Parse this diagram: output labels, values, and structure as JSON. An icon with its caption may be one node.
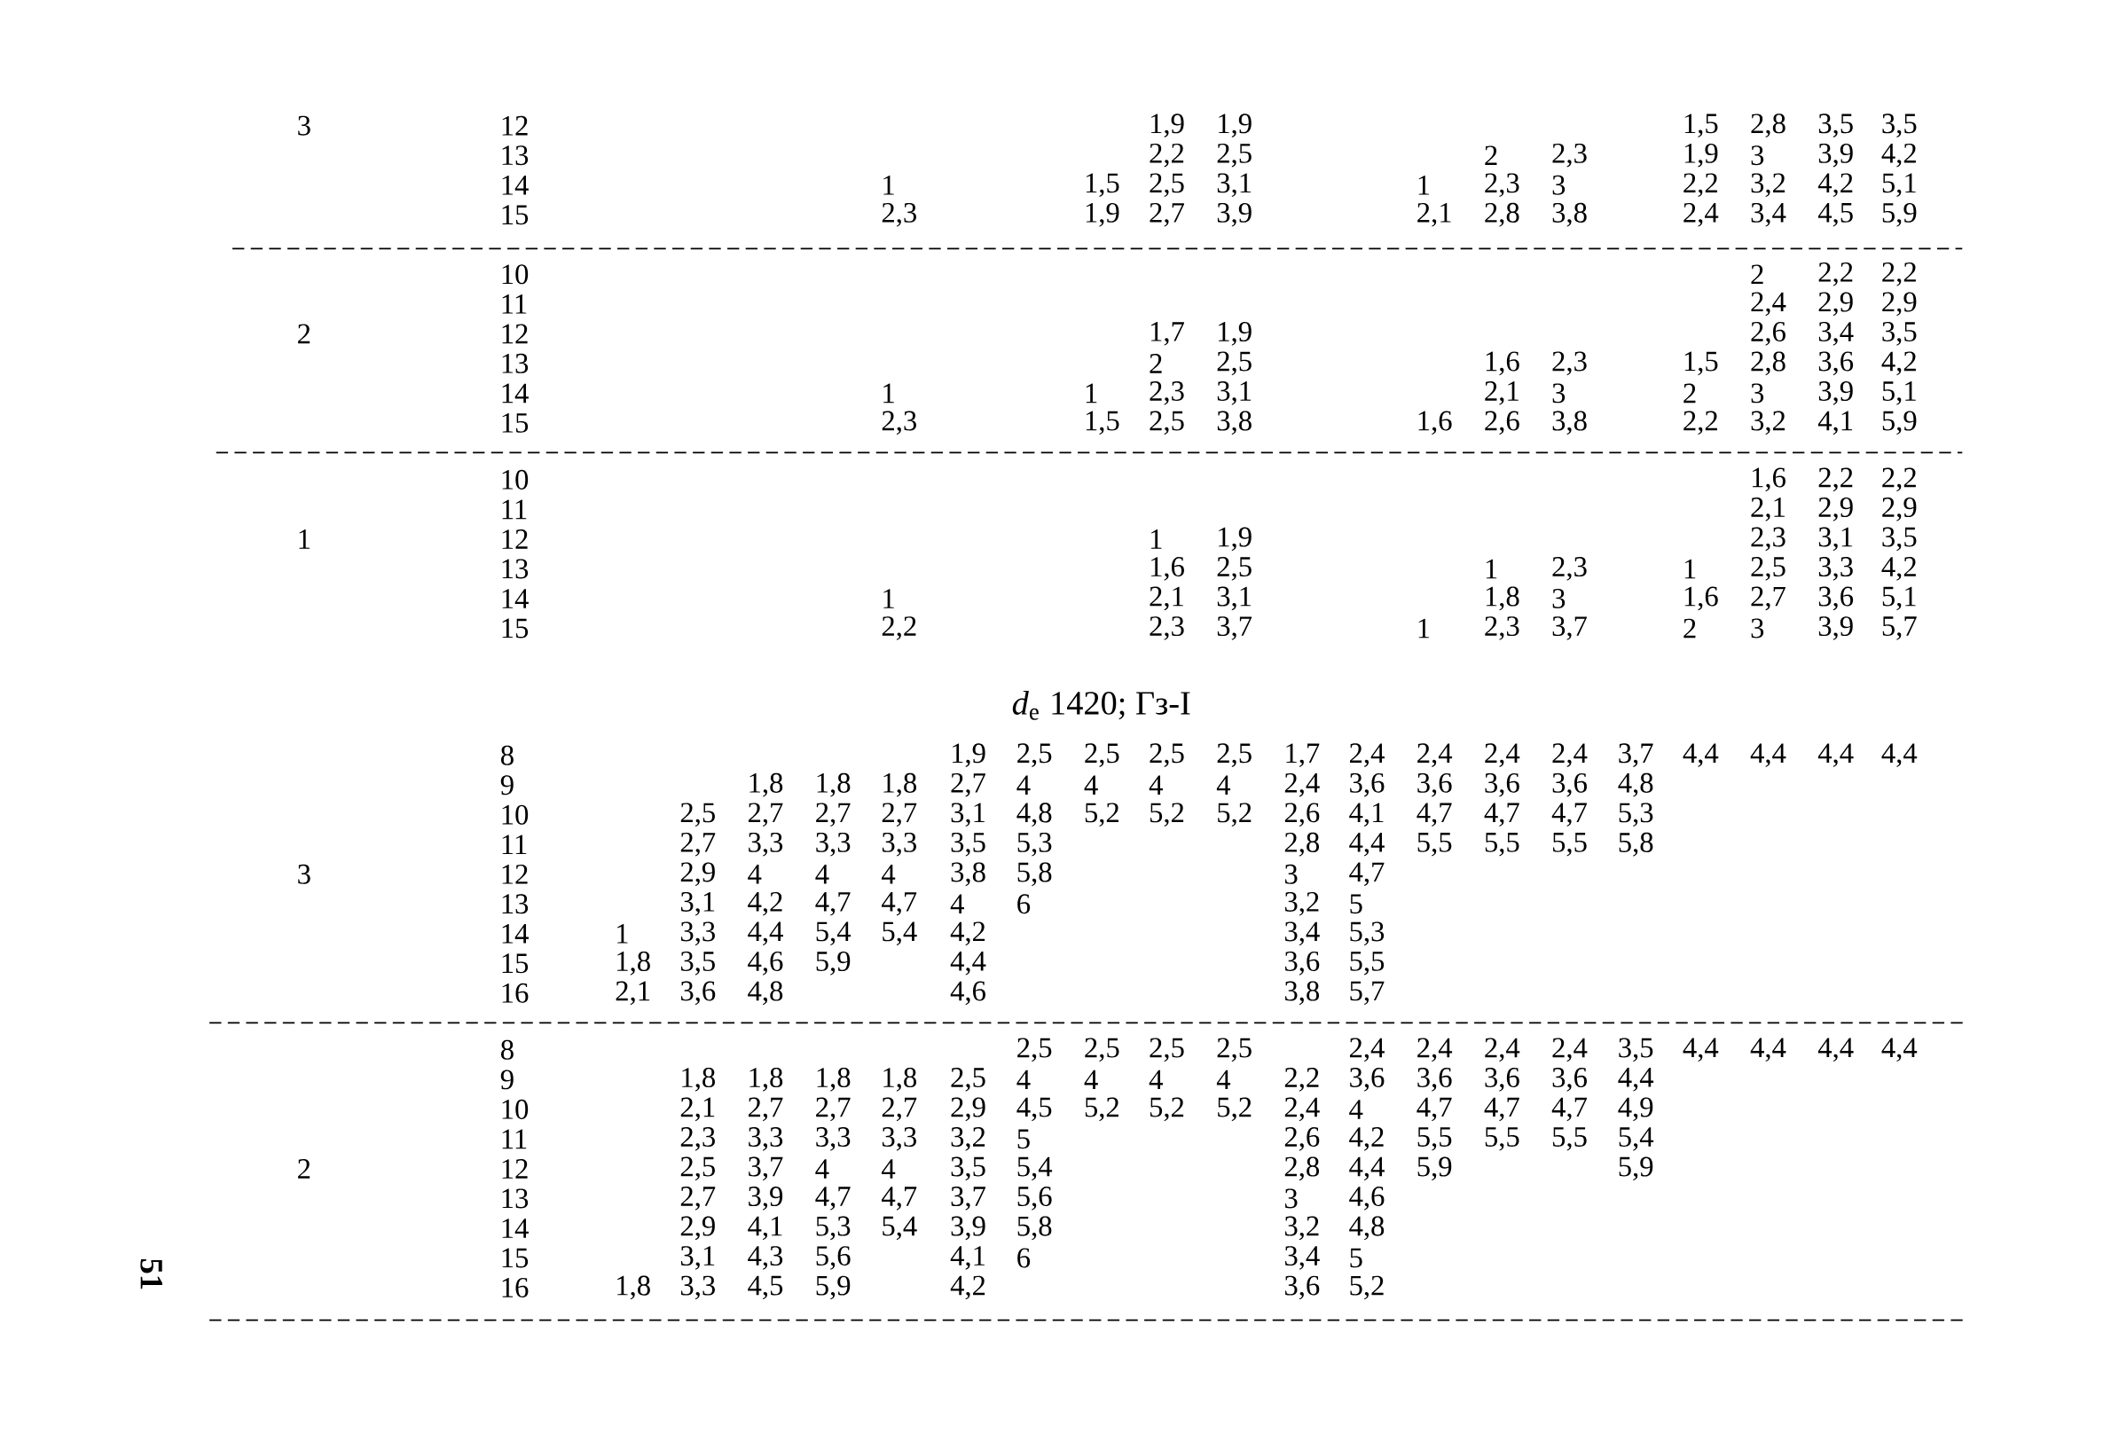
{
  "diagram": {
    "title": "*d*$_{e}$ 1420; Гз-I",
    "labels": [
      "3",
      "12",
      "1,9",
      "1,9",
      "1,5",
      "2,8",
      "3,5",
      "3,5",
      "13",
      "2,2",
      "2,5",
      "2",
      "2,3",
      "1,9",
      "3",
      "3,9",
      "4,2",
      "14",
      "1",
      "1,5",
      "2,5",
      "3,1",
      "1",
      "2,3",
      "3",
      "2,2",
      "3,2",
      "4,2",
      "5,1",
      "15",
      "2,3",
      "1,9",
      "2,7",
      "3,9",
      "2,1",
      "2,8",
      "3,8",
      "2,4",
      "3,4",
      "4,5",
      "5,9",
      "10",
      "2",
      "2,2",
      "2,2",
      "11",
      "2,4",
      "2,9",
      "2,9",
      "2",
      "12",
      "1,7",
      "1,9",
      "2,6",
      "3,4",
      "3,5",
      "13",
      "2",
      "2,5",
      "1,6",
      "2,3",
      "1,5",
      "2,8",
      "3,6",
      "4,2",
      "14",
      "1",
      "1",
      "2,3",
      "3,1",
      "2,1",
      "3",
      "2",
      "3",
      "3,9",
      "5,1",
      "15",
      "2,3",
      "1,5",
      "2,5",
      "3,8",
      "1,6",
      "2,6",
      "3,8",
      "2,2",
      "3,2",
      "4,1",
      "5,9",
      "10",
      "1,6",
      "2,2",
      "2,2",
      "11",
      "2,1",
      "2,9",
      "2,9",
      "1",
      "12",
      "1",
      "1,9",
      "2,3",
      "3,1",
      "3,5",
      "13",
      "1,6",
      "2,5",
      "1",
      "2,3",
      "1",
      "2,5",
      "3,3",
      "4,2",
      "14",
      "1",
      "2,1",
      "3,1",
      "1,8",
      "3",
      "1,6",
      "2,7",
      "3,6",
      "5,1",
      "15",
      "2,2",
      "2,3",
      "3,7",
      "1",
      "2,3",
      "3,7",
      "2",
      "3",
      "3,9",
      "5,7",
      "8",
      "1,9",
      "2,5",
      "2,5",
      "2,5",
      "2,5",
      "1,7",
      "2,4",
      "2,4",
      "2,4",
      "2,4",
      "3,7",
      "4,4",
      "4,4",
      "4,4",
      "4,4",
      "9",
      "1,8",
      "1,8",
      "1,8",
      "2,7",
      "4",
      "4",
      "4",
      "4",
      "2,4",
      "3,6",
      "3,6",
      "3,6",
      "3,6",
      "4,8",
      "10",
      "2,5",
      "2,7",
      "2,7",
      "2,7",
      "3,1",
      "4,8",
      "5,2",
      "5,2",
      "5,2",
      "2,6",
      "4,1",
      "4,7",
      "4,7",
      "4,7",
      "5,3",
      "11",
      "2,7",
      "3,3",
      "3,3",
      "3,3",
      "3,5",
      "5,3",
      "2,8",
      "4,4",
      "5,5",
      "5,5",
      "5,5",
      "5,8",
      "3",
      "12",
      "2,9",
      "4",
      "4",
      "4",
      "3,8",
      "5,8",
      "3",
      "4,7",
      "13",
      "3,1",
      "4,2",
      "4,7",
      "4,7",
      "4",
      "6",
      "3,2",
      "5",
      "14",
      "1",
      "3,3",
      "4,4",
      "5,4",
      "5,4",
      "4,2",
      "3,4",
      "5,3",
      "15",
      "1,8",
      "3,5",
      "4,6",
      "5,9",
      "4,4",
      "3,6",
      "5,5",
      "16",
      "2,1",
      "3,6",
      "4,8",
      "4,6",
      "3,8",
      "5,7",
      "8",
      "2,5",
      "2,5",
      "2,5",
      "2,5",
      "2,4",
      "2,4",
      "2,4",
      "2,4",
      "3,5",
      "4,4",
      "4,4",
      "4,4",
      "4,4",
      "9",
      "1,8",
      "1,8",
      "1,8",
      "1,8",
      "2,5",
      "4",
      "4",
      "4",
      "4",
      "2,2",
      "3,6",
      "3,6",
      "3,6",
      "3,6",
      "4,4",
      "10",
      "2,1",
      "2,7",
      "2,7",
      "2,7",
      "2,9",
      "4,5",
      "5,2",
      "5,2",
      "5,2",
      "2,4",
      "4",
      "4,7",
      "4,7",
      "4,7",
      "4,9",
      "11",
      "2,3",
      "3,3",
      "3,3",
      "3,3",
      "3,2",
      "5",
      "2,6",
      "4,2",
      "5,5",
      "5,5",
      "5,5",
      "5,4",
      "2",
      "12",
      "2,5",
      "3,7",
      "4",
      "4",
      "3,5",
      "5,4",
      "2,8",
      "4,4",
      "5,9",
      "5,9",
      "13",
      "2,7",
      "3,9",
      "4,7",
      "4,7",
      "3,7",
      "5,6",
      "3",
      "4,6",
      "14",
      "2,9",
      "4,1",
      "5,3",
      "5,4",
      "3,9",
      "5,8",
      "3,2",
      "4,8",
      "15",
      "3,1",
      "4,3",
      "5,6",
      "4,1",
      "6",
      "3,4",
      "5",
      "16",
      "1,8",
      "3,3",
      "4,5",
      "5,9",
      "4,2",
      "3,6",
      "5,2",
      "51"
    ]
  }
}
